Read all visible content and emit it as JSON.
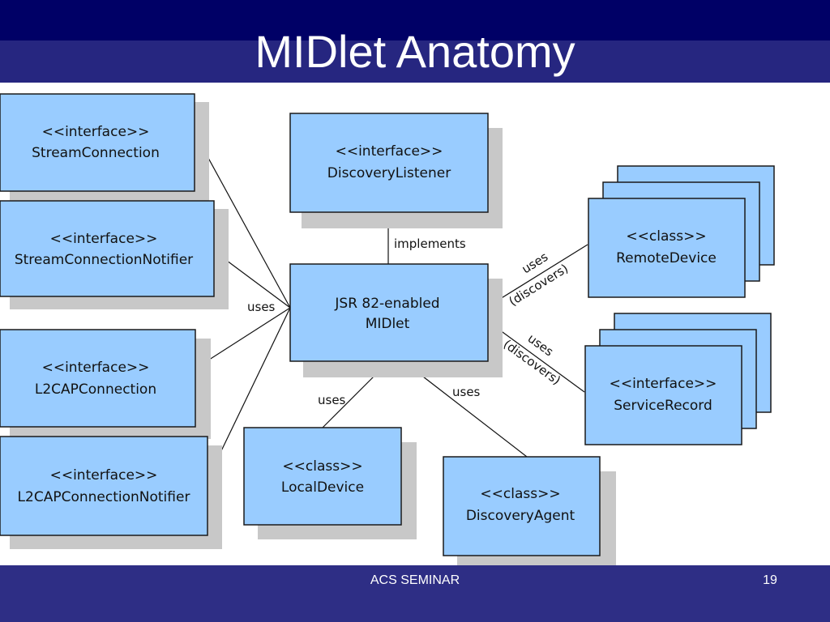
{
  "slide": {
    "title": "MIDlet Anatomy",
    "footer": "ACS SEMINAR",
    "page_number": "19"
  },
  "diagram": {
    "boxes": {
      "stream_connection": {
        "line1": "<<interface>>",
        "line2": "StreamConnection"
      },
      "stream_connection_notifier": {
        "line1": "<<interface>>",
        "line2": "StreamConnectionNotifier"
      },
      "l2cap_connection": {
        "line1": "<<interface>>",
        "line2": "L2CAPConnection"
      },
      "l2cap_connection_notifier": {
        "line1": "<<interface>>",
        "line2": "L2CAPConnectionNotifier"
      },
      "discovery_listener": {
        "line1": "<<interface>>",
        "line2": "DiscoveryListener"
      },
      "midlet": {
        "line1": "JSR 82-enabled",
        "line2": "MIDlet"
      },
      "local_device": {
        "line1": "<<class>>",
        "line2": "LocalDevice"
      },
      "discovery_agent": {
        "line1": "<<class>>",
        "line2": "DiscoveryAgent"
      },
      "remote_device": {
        "line1": "<<class>>",
        "line2": "RemoteDevice"
      },
      "service_record": {
        "line1": "<<interface>>",
        "line2": "ServiceRecord"
      }
    },
    "labels": {
      "implements": "implements",
      "uses_left": "uses",
      "uses_local": "uses",
      "uses_agent": "uses",
      "uses_remote": "uses",
      "discovers_remote": "(discovers)",
      "uses_service": "uses",
      "discovers_service": "(discovers)"
    },
    "colors": {
      "box_fill": "#99ccff",
      "box_shadow": "#c8c8c8",
      "box_stroke": "#1a1a1a",
      "header_bg": "#000066",
      "footer_bg": "#2e2e85"
    }
  }
}
